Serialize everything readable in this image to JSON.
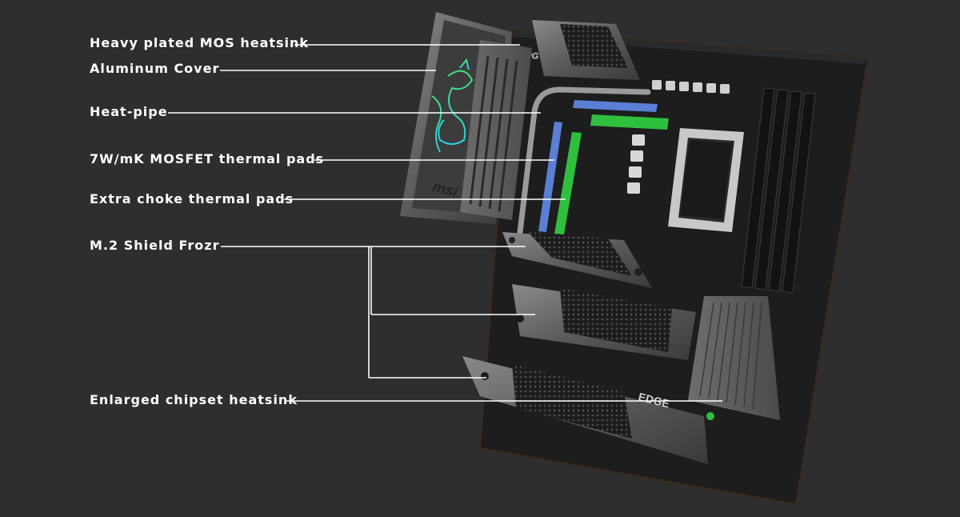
{
  "labels": {
    "heavy_plated_mos_heatsink": "Heavy plated MOS heatsink",
    "aluminum_cover": "Aluminum Cover",
    "heat_pipe": "Heat-pipe",
    "mosfet_thermal_pads": "7W/mK MOSFET thermal pads",
    "extra_choke_thermal_pads": "Extra choke thermal pads",
    "m2_shield_frozr": "M.2 Shield Frozr",
    "enlarged_chipset_heatsink": "Enlarged chipset heatsink"
  },
  "board_markings": {
    "mpg_logo": "MPG",
    "msi_logo": "msi",
    "edge_logo": "EDGE"
  },
  "colors": {
    "background": "#2e2e2e",
    "label_text": "#ffffff",
    "leader_line": "#ffffff",
    "mosfet_pad_blue": "#5b7fd6",
    "choke_pad_green": "#2fbf3f",
    "dragon_rgb_green": "#3ee07a",
    "dragon_rgb_cyan": "#2ad0e0"
  }
}
